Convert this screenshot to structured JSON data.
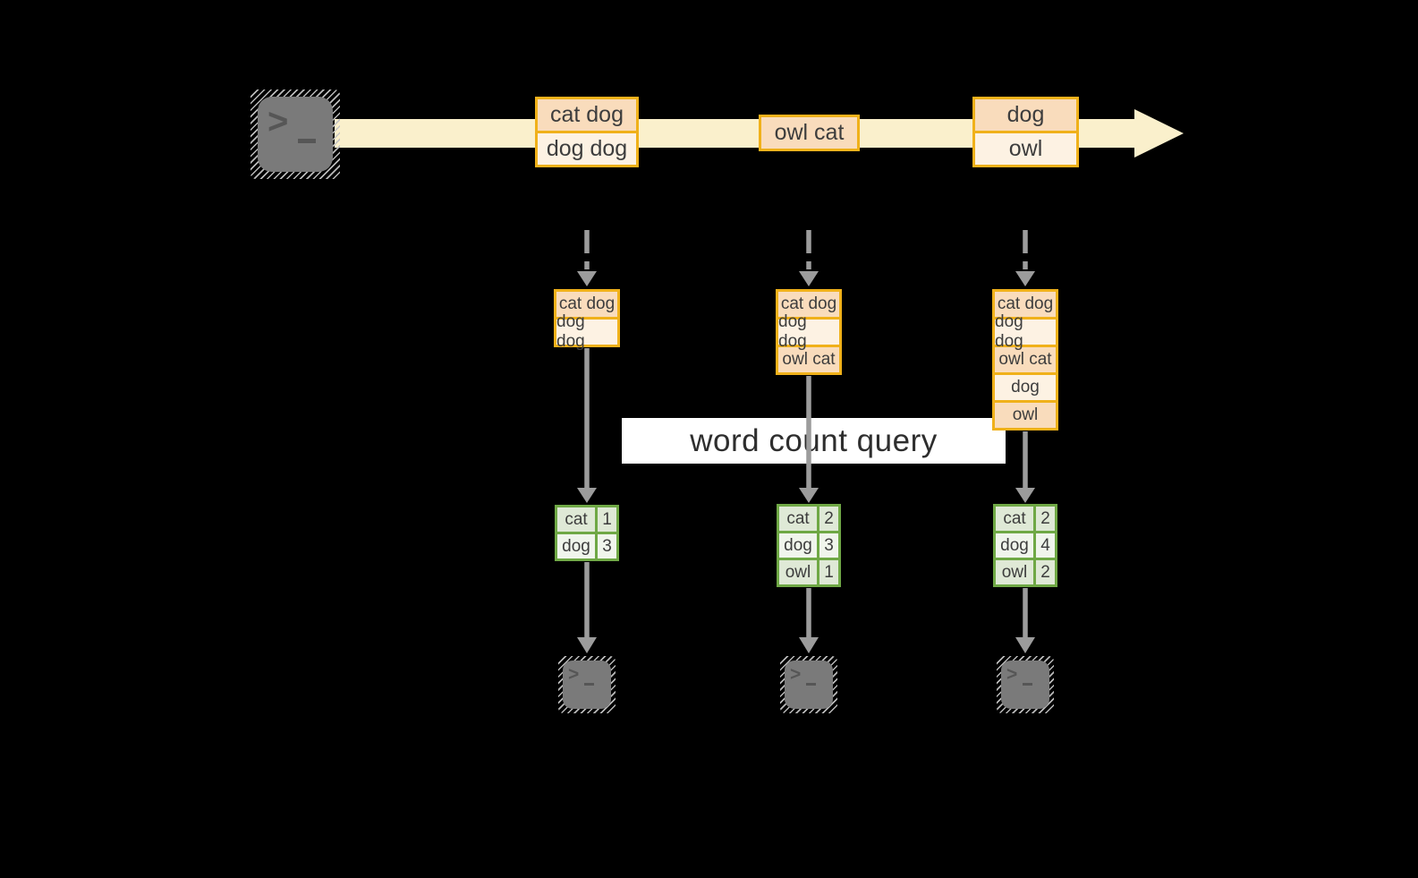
{
  "query_label": "word count query",
  "icons": {
    "terminal_prompt": ">"
  },
  "stream_events": [
    {
      "rows": [
        "cat dog",
        "dog dog"
      ]
    },
    {
      "rows": [
        "owl cat"
      ]
    },
    {
      "rows": [
        "dog",
        "owl"
      ]
    }
  ],
  "columns": [
    {
      "buffered_events": [
        "cat dog",
        "dog dog"
      ],
      "counts": [
        {
          "word": "cat",
          "count": "1"
        },
        {
          "word": "dog",
          "count": "3"
        }
      ]
    },
    {
      "buffered_events": [
        "cat dog",
        "dog dog",
        "owl cat"
      ],
      "counts": [
        {
          "word": "cat",
          "count": "2"
        },
        {
          "word": "dog",
          "count": "3"
        },
        {
          "word": "owl",
          "count": "1"
        }
      ]
    },
    {
      "buffered_events": [
        "cat dog",
        "dog dog",
        "owl cat",
        "dog",
        "owl"
      ],
      "counts": [
        {
          "word": "cat",
          "count": "2"
        },
        {
          "word": "dog",
          "count": "4"
        },
        {
          "word": "owl",
          "count": "2"
        }
      ]
    }
  ],
  "colors": {
    "background": "#000000",
    "stream_band": "#FAF0CC",
    "event_border": "#F0B11A",
    "event_row_peach": "#F9DCBC",
    "event_row_cream": "#FDF2E3",
    "table_border": "#6FA845",
    "table_row_dark": "#DFE9D6",
    "table_row_light": "#F0F5EC",
    "arrow_gray": "#9C9C9C",
    "terminal_fill": "#7A7A7A",
    "terminal_glyph": "#565656",
    "query_bg": "#FFFFFF",
    "query_text": "#2E2E2E",
    "text_dark": "#3D3D3D"
  }
}
